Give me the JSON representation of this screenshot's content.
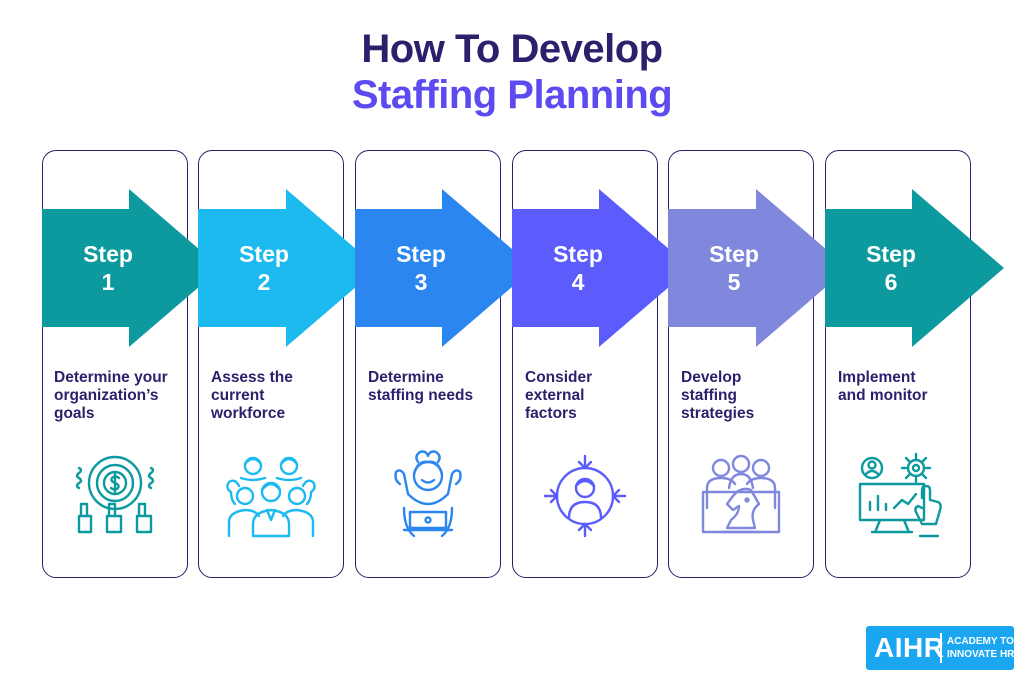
{
  "title": {
    "line1": "How To Develop",
    "line2": "Staffing Planning"
  },
  "colors": {
    "title_dark": "#2d1f6b",
    "title_accent": "#5b4bf0",
    "card_border": "#2d1f6b",
    "logo_bg": "#1aa6f0"
  },
  "steps": [
    {
      "word": "Step",
      "number": "1",
      "description": [
        "Determine your",
        "organization’s",
        "goals"
      ],
      "color": "#0d9a9f",
      "icon": "money-target-hands-icon",
      "icon_color": "#0d9a9f"
    },
    {
      "word": "Step",
      "number": "2",
      "description": [
        "Assess the",
        "current",
        "workforce"
      ],
      "color": "#1dbaf0",
      "icon": "workforce-group-icon",
      "icon_color": "#1dbaf0"
    },
    {
      "word": "Step",
      "number": "3",
      "description": [
        "Determine",
        "staffing needs"
      ],
      "color": "#2c86ef",
      "icon": "person-laptop-icon",
      "icon_color": "#2c86ef"
    },
    {
      "word": "Step",
      "number": "4",
      "description": [
        "Consider",
        "external",
        "factors"
      ],
      "color": "#5b5cfb",
      "icon": "person-target-arrows-icon",
      "icon_color": "#5b5cfb"
    },
    {
      "word": "Step",
      "number": "5",
      "description": [
        "Develop",
        "staffing",
        "strategies"
      ],
      "color": "#8088de",
      "icon": "team-chess-knight-icon",
      "icon_color": "#8088de"
    },
    {
      "word": "Step",
      "number": "6",
      "description": [
        "Implement",
        "and monitor"
      ],
      "color": "#0d9a9f",
      "icon": "monitor-dashboard-icon",
      "icon_color": "#0d9a9f"
    }
  ],
  "logo": {
    "main": "AIHR",
    "sub_line1": "ACADEMY TO",
    "sub_line2": "INNOVATE HR"
  }
}
